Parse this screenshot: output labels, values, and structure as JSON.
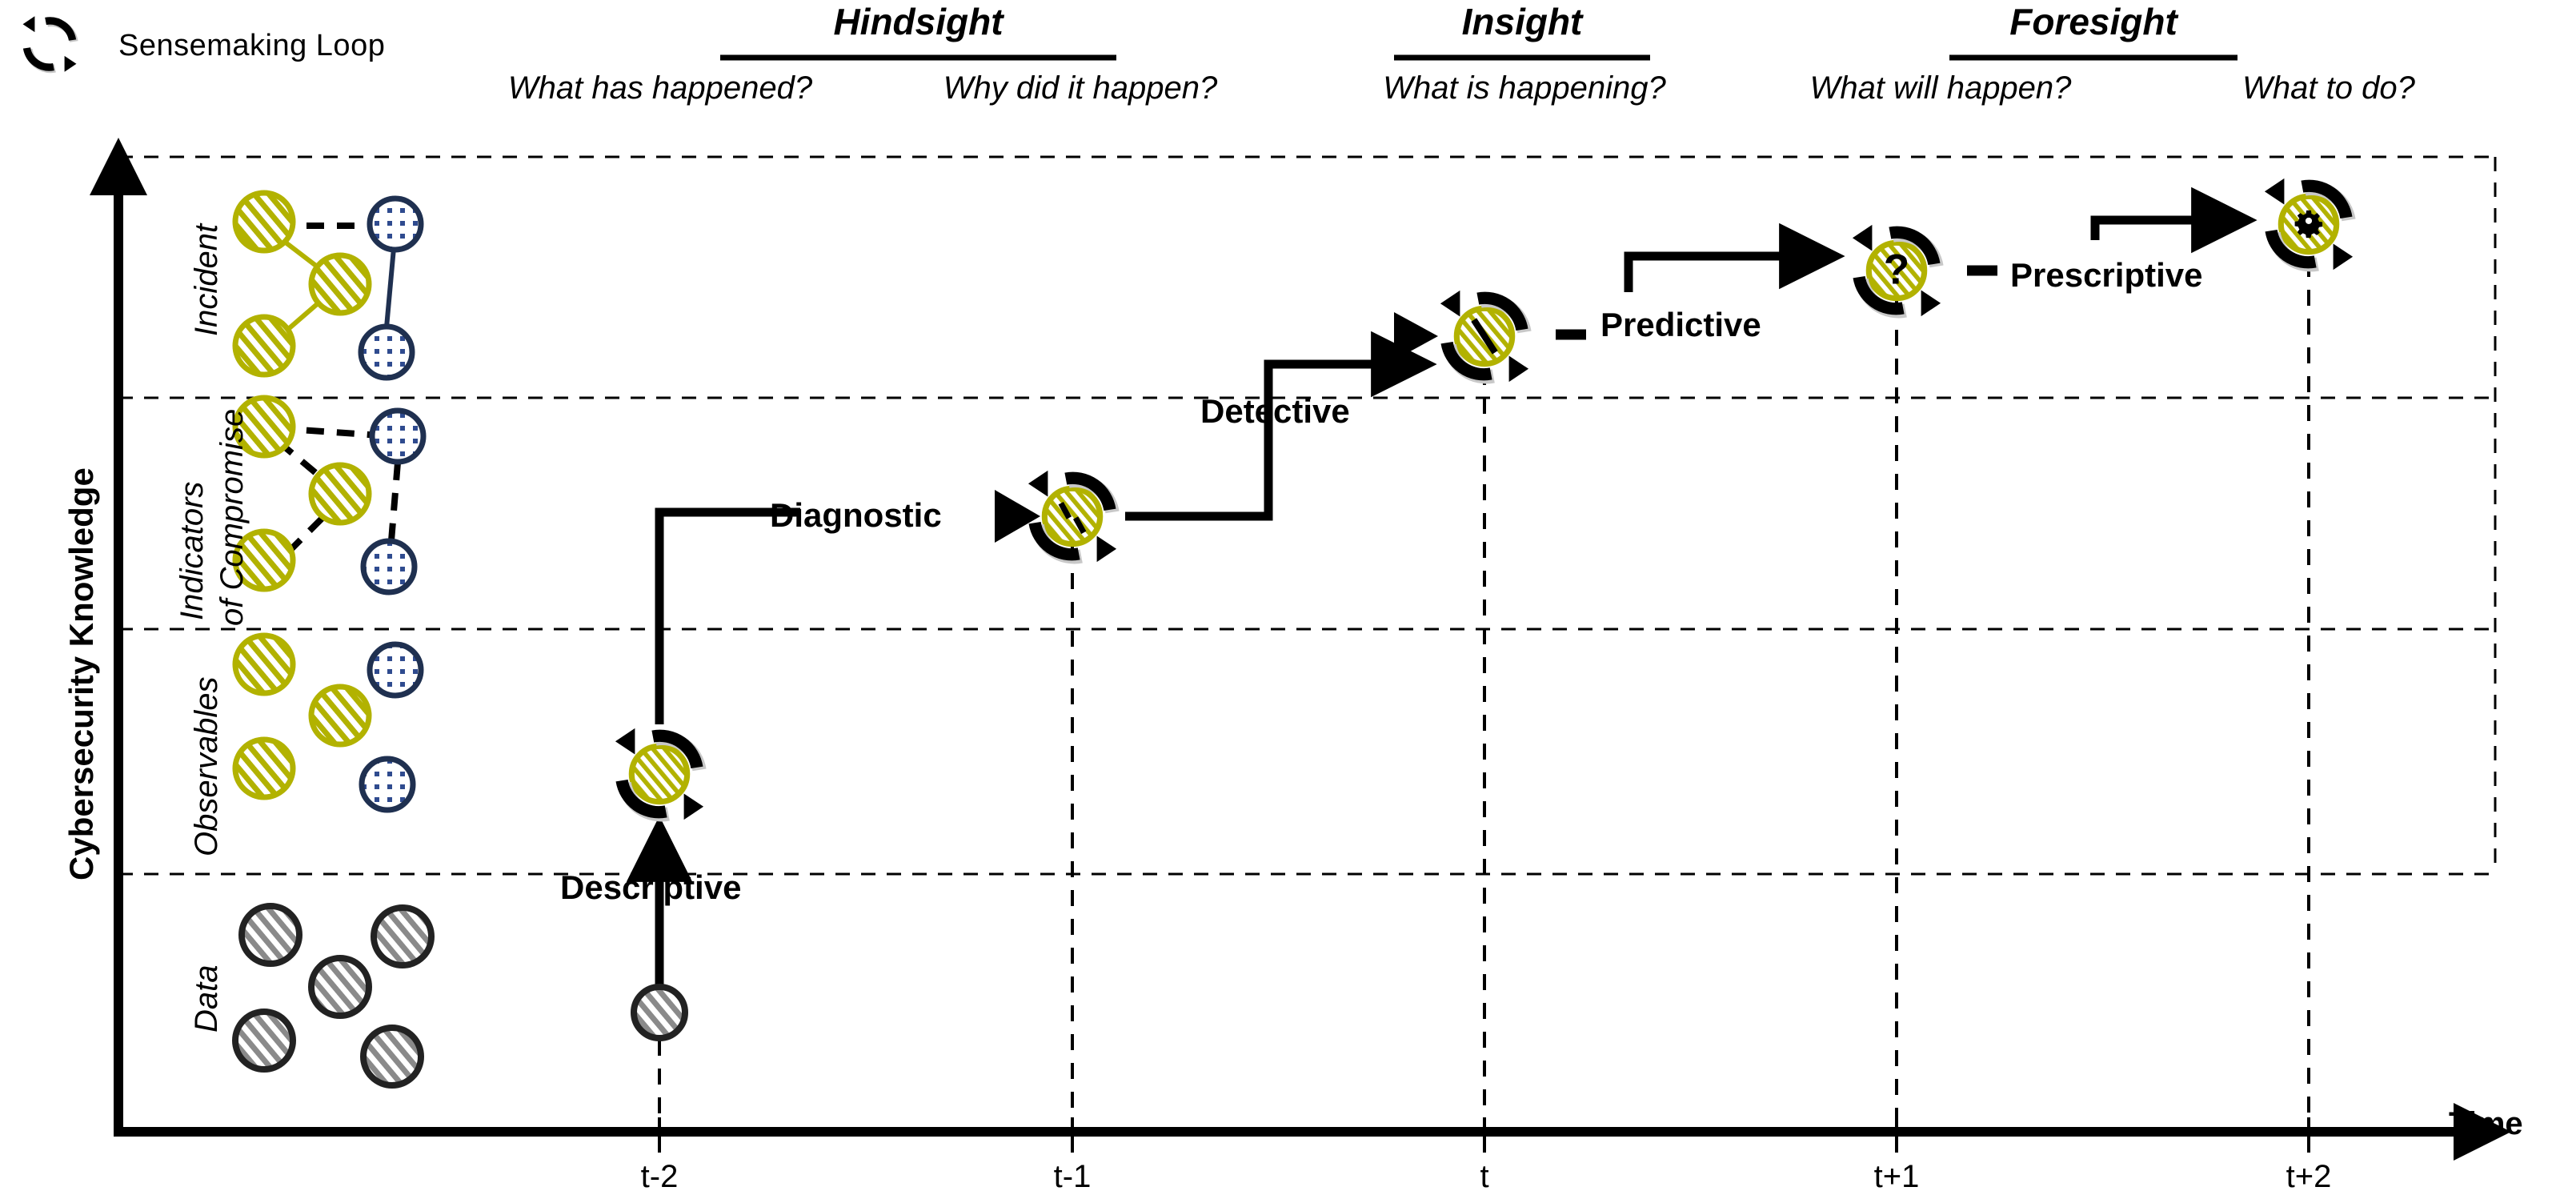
{
  "legend": {
    "icon": "sensemaking-loop-icon",
    "label": "Sensemaking Loop"
  },
  "axes": {
    "y_title": "Cybersecurity Knowledge",
    "x_title": "Time",
    "x_ticks": [
      "t-2",
      "t-1",
      "t",
      "t+1",
      "t+2"
    ],
    "y_rows": [
      "Incident",
      "Indicators",
      "of Compromise",
      "Observables",
      "Data"
    ]
  },
  "phases": [
    {
      "title": "Hindsight",
      "questions": [
        "What has happened?",
        "Why did it happen?"
      ]
    },
    {
      "title": "Insight",
      "questions": [
        "What is happening?"
      ]
    },
    {
      "title": "Foresight",
      "questions": [
        "What will happen?",
        "What to do?"
      ]
    }
  ],
  "stages": [
    {
      "label": "Descriptive",
      "time": "t-2",
      "row": "Observables",
      "inner": "hatch"
    },
    {
      "label": "Diagnostic",
      "time": "t-1",
      "row": "Indicators of Compromise",
      "inner": "hatch-link"
    },
    {
      "label": "Detective",
      "time": "t",
      "row": "Incident",
      "inner": "hatch-link"
    },
    {
      "label": "Predictive",
      "time": "t+1",
      "row": "Incident",
      "inner": "question"
    },
    {
      "label": "Prescriptive",
      "time": "t+2",
      "row": "Incident",
      "inner": "gear"
    }
  ],
  "colors": {
    "accent_olive": "#b2b200",
    "navy": "#1f3050",
    "gray_node": "#808080",
    "black": "#000000",
    "loop_shadow": "#c8c8c8"
  },
  "clusters": [
    {
      "row": "Incident",
      "nodes": [
        {
          "type": "olive"
        },
        {
          "type": "olive"
        },
        {
          "type": "olive"
        },
        {
          "type": "navy"
        },
        {
          "type": "navy"
        }
      ],
      "edges": [
        "olive-solid",
        "olive-solid",
        "black-dashed",
        "navy-solid"
      ]
    },
    {
      "row": "Indicators of Compromise",
      "nodes": [
        {
          "type": "olive"
        },
        {
          "type": "olive"
        },
        {
          "type": "olive"
        },
        {
          "type": "navy"
        },
        {
          "type": "navy"
        }
      ],
      "edges": [
        "black-dashed",
        "black-dashed",
        "black-dashed",
        "black-dashed"
      ]
    },
    {
      "row": "Observables",
      "nodes": [
        {
          "type": "olive"
        },
        {
          "type": "olive"
        },
        {
          "type": "olive"
        },
        {
          "type": "navy"
        },
        {
          "type": "navy"
        }
      ],
      "edges": []
    },
    {
      "row": "Data",
      "nodes": [
        {
          "type": "gray"
        },
        {
          "type": "gray"
        },
        {
          "type": "gray"
        },
        {
          "type": "gray"
        },
        {
          "type": "gray"
        }
      ],
      "edges": []
    }
  ]
}
